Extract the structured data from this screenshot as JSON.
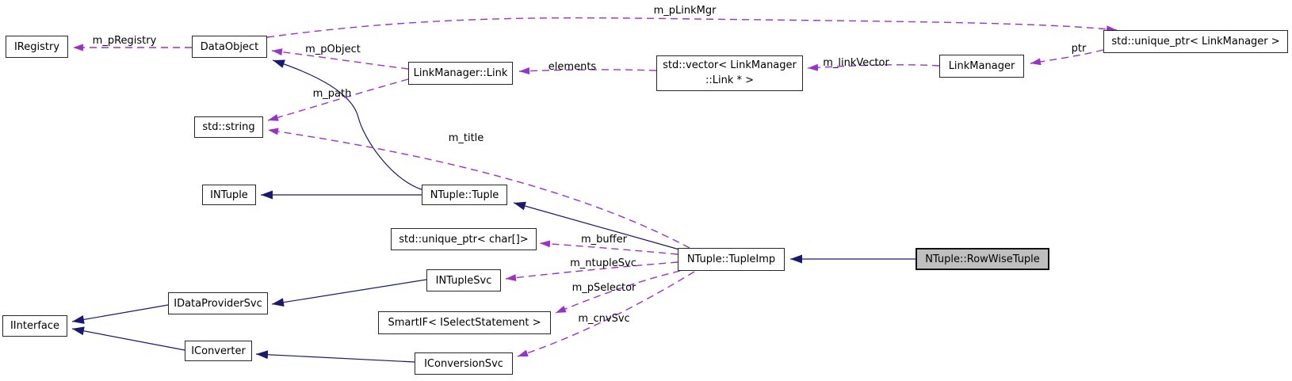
{
  "diagram": {
    "type": "class-collaboration-graph",
    "highlighted_node": "NTuple::RowWiseTuple"
  },
  "nodes": {
    "iregistry": {
      "label": "IRegistry"
    },
    "dataobject": {
      "label": "DataObject"
    },
    "std_string": {
      "label": "std::string"
    },
    "linkmanager_link": {
      "label": "LinkManager::Link"
    },
    "std_vector_link": {
      "label": "std::vector< LinkManager ::Link * >",
      "line1": "std::vector< LinkManager",
      "line2": "::Link * >"
    },
    "linkmanager": {
      "label": "LinkManager"
    },
    "std_unique_ptr_linkmanager": {
      "label": "std::unique_ptr< LinkManager >"
    },
    "intuple": {
      "label": "INTuple"
    },
    "ntuple_tuple": {
      "label": "NTuple::Tuple"
    },
    "std_unique_ptr_char": {
      "label": "std::unique_ptr< char[]>"
    },
    "ntuple_tupleimp": {
      "label": "NTuple::TupleImp"
    },
    "ntuple_rowwisetuple": {
      "label": "NTuple::RowWiseTuple"
    },
    "intuplesvc": {
      "label": "INTupleSvc"
    },
    "smartif_iselectstatement": {
      "label": "SmartIF< ISelectStatement >"
    },
    "iconversionsvc": {
      "label": "IConversionSvc"
    },
    "idataprovidersvc": {
      "label": "IDataProviderSvc"
    },
    "iconverter": {
      "label": "IConverter"
    },
    "iinterface": {
      "label": "IInterface"
    }
  },
  "edge_labels": {
    "m_pRegistry": "m_pRegistry",
    "m_pObject": "m_pObject",
    "m_path": "m_path",
    "m_pLinkMgr": "m_pLinkMgr",
    "elements": "elements",
    "m_linkVector": "m_linkVector",
    "ptr": "ptr",
    "m_title": "m_title",
    "m_buffer": "m_buffer",
    "m_ntupleSvc": "m_ntupleSvc",
    "m_pSelector": "m_pSelector",
    "m_cnvSvc": "m_cnvSvc"
  },
  "colors": {
    "inheritance_edge": "#191970",
    "usage_edge": "#9932CC",
    "node_border": "#262626",
    "node_fill": "#ffffff",
    "highlight_fill": "#bfbfbf",
    "background": "#ffffff"
  }
}
